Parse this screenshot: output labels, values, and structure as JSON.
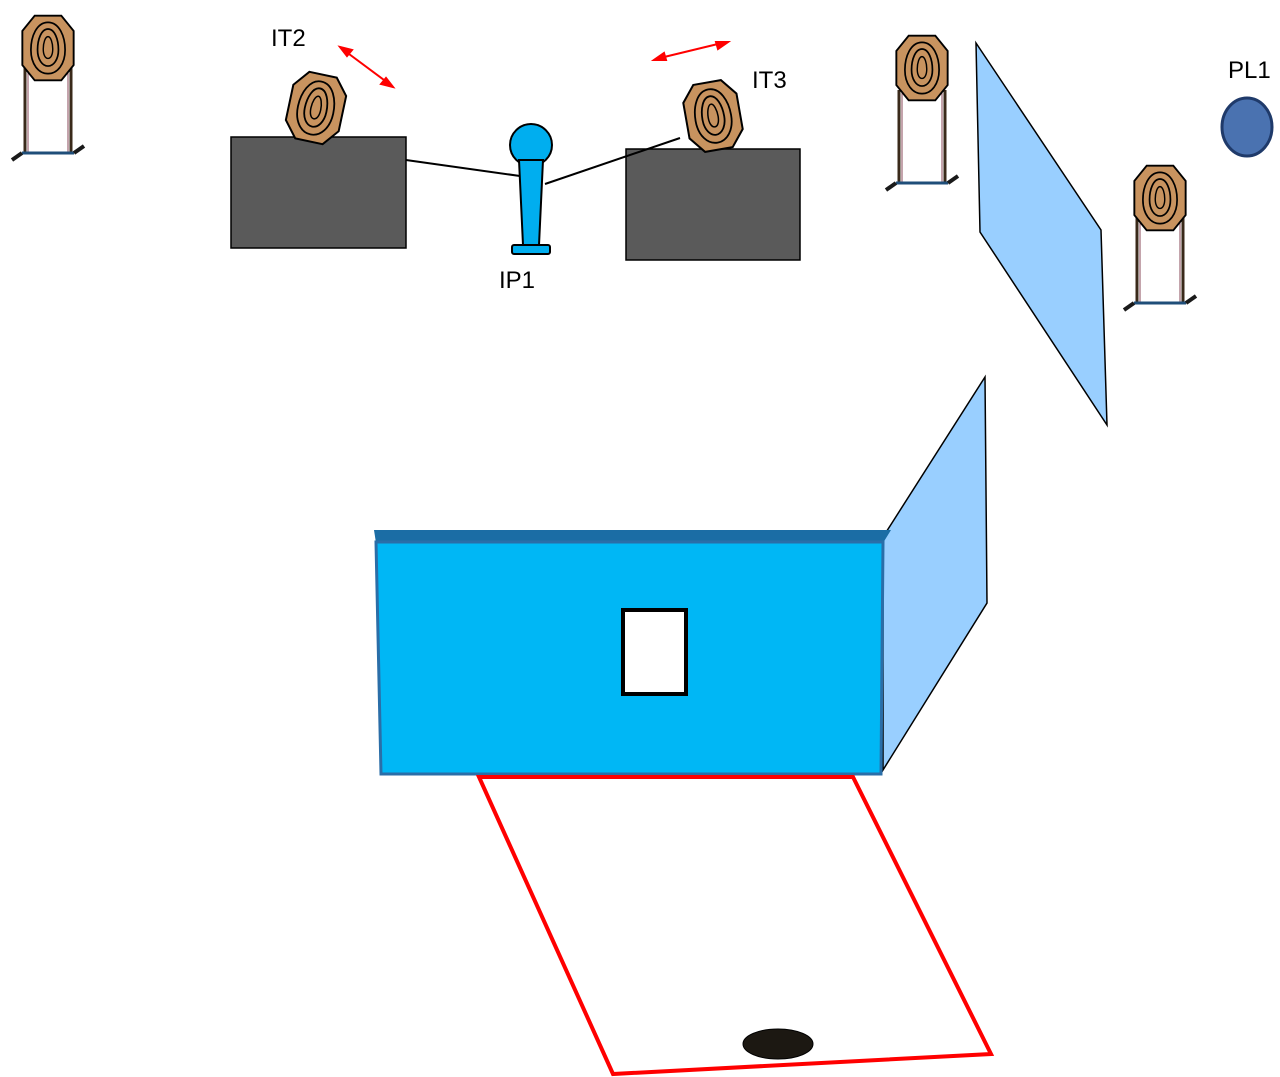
{
  "labels": {
    "it2": "IT2",
    "it3": "IT3",
    "ip1": "IP1",
    "pl1": "PL1"
  },
  "icons": {
    "steel_target": "octagon-steel-target-icon",
    "target_stand": "target-stand-icon",
    "moving_indicator": "double-arrow-icon",
    "popper": "popper-icon",
    "penalty_plate": "circle-plate-icon",
    "start_marker": "oval-start-marker-icon"
  },
  "colors": {
    "target_fill": "#c8935f",
    "barrel_fill": "#5a5a5a",
    "popper_fill": "#00aeef",
    "wall_fill": "#00b7f5",
    "wall_side_fill": "#99cfff",
    "plate_fill": "#4a72b0",
    "shooting_box_border": "#ff0000",
    "arrow": "#ff0000",
    "start_marker": "#1c1812"
  }
}
